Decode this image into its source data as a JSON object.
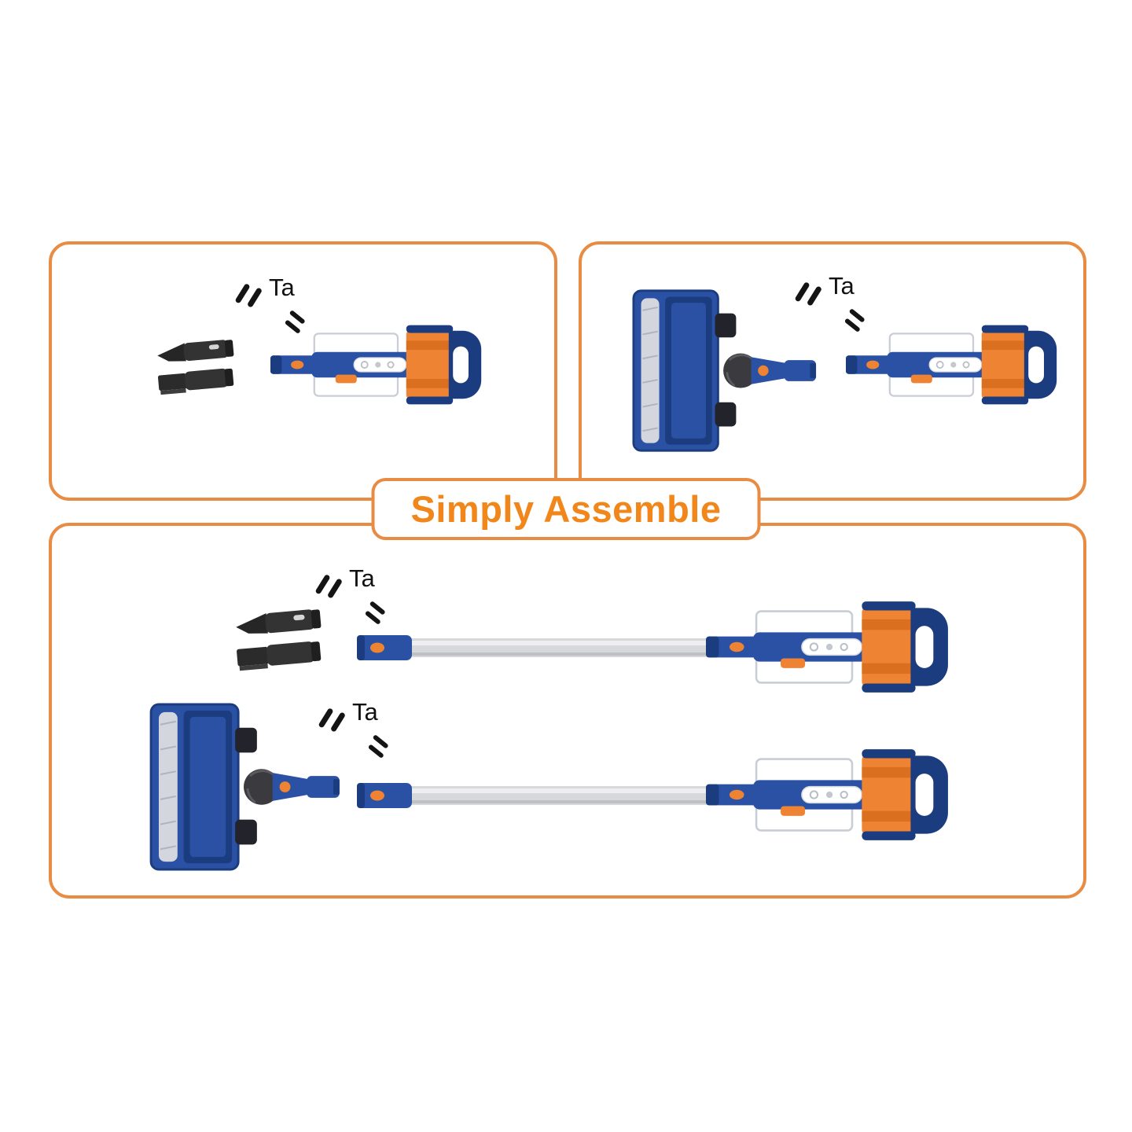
{
  "title": {
    "text": "Simply Assemble"
  },
  "panels": {
    "top_left": {
      "ta_label": "Ta"
    },
    "top_right": {
      "ta_label": "Ta"
    },
    "bottom": {
      "row1_ta_label": "Ta",
      "row2_ta_label": "Ta"
    }
  },
  "colors": {
    "background": "#FFFFFF",
    "accent_orange": "#F1861B",
    "panel_border_orange": "#E98C43",
    "vacuum_blue": "#2A51A3",
    "vacuum_navy": "#1B3C7E",
    "dust_cup_orange": "#EE8433",
    "dust_cup_orange_dark": "#D96F1F",
    "attachment_black": "#2B2B2B",
    "tube_grey": "#D7D8DA",
    "click_mark_black": "#141414"
  },
  "icons": {
    "click_marks_icon": "two bold tap slashes",
    "crevice_tool_icon": "black crevice nozzle attachment",
    "brush_tool_icon": "black brush attachment",
    "handheld_vacuum_icon": "blue handheld vacuum body with orange dust cup",
    "floor_head_icon": "blue motorized floor brush head with swivel neck",
    "extension_tube_icon": "grey extension wand with blue connector"
  }
}
